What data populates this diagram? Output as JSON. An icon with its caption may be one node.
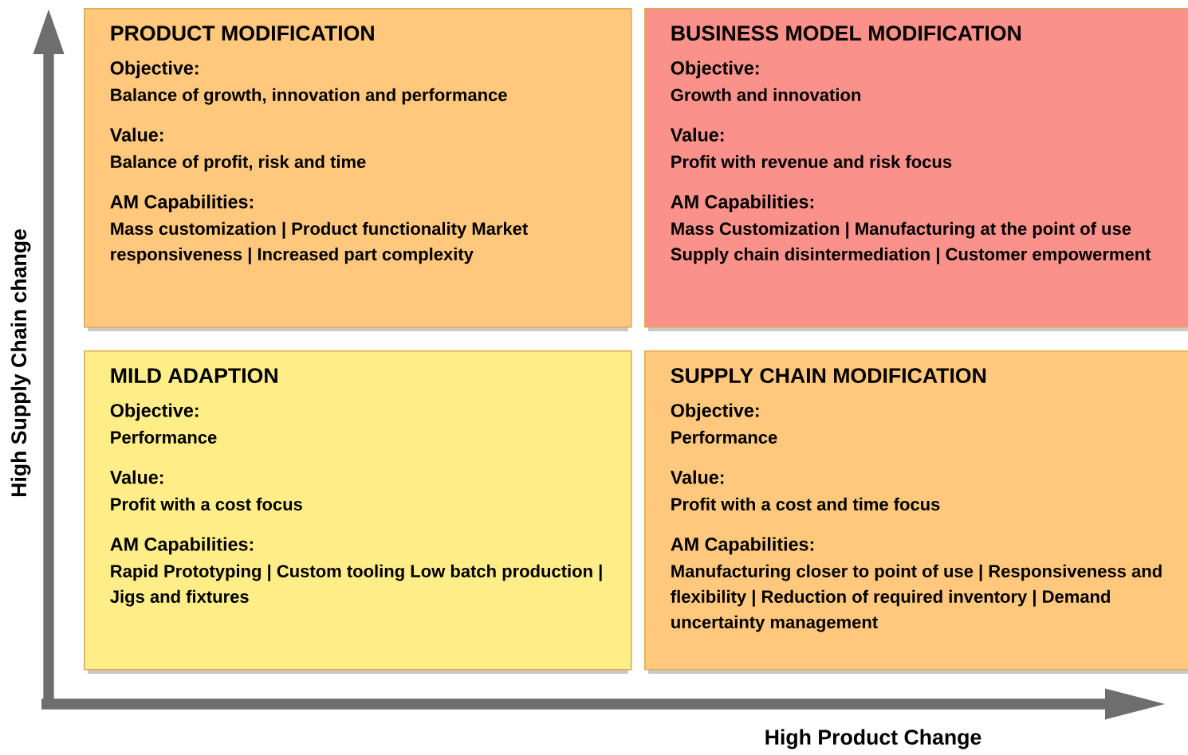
{
  "diagram": {
    "nodes": [
      {
        "text": [
          "PRODUCT MODIFICATION",
          "Objective:",
          "Balance of growth, innovation and performance",
          "Value:",
          "Balance of profit, risk and time",
          "AM Capabilities:",
          "Mass customization | Product functionality Market responsiveness | Increased part complexity"
        ]
      },
      {
        "text": [
          "BUSINESS MODEL MODIFICATION",
          "Objective:",
          "Growth and innovation",
          "Value:",
          "Profit with revenue and risk focus",
          "AM Capabilities:",
          "Mass Customization | Manufacturing at the point of use Supply chain disintermediation | Customer empowerment"
        ]
      },
      {
        "text": [
          "MILD ADAPTION",
          "Objective:",
          "Performance",
          "Value:",
          "Profit with a cost focus",
          "AM Capabilities:",
          "Rapid Prototyping | Custom tooling Low batch production | Jigs and fixtures"
        ]
      },
      {
        "text": [
          "SUPPLY CHAIN MODIFICATION",
          "Objective:",
          "Performance",
          "Value:",
          "Profit with a cost and time focus",
          "AM Capabilities:",
          "Manufacturing closer to point of use | Responsiveness and flexibility | Reduction of required inventory | Demand uncertainty management"
        ]
      }
    ],
    "labels": [
      "High Supply Chain change",
      "High Product Change"
    ]
  }
}
